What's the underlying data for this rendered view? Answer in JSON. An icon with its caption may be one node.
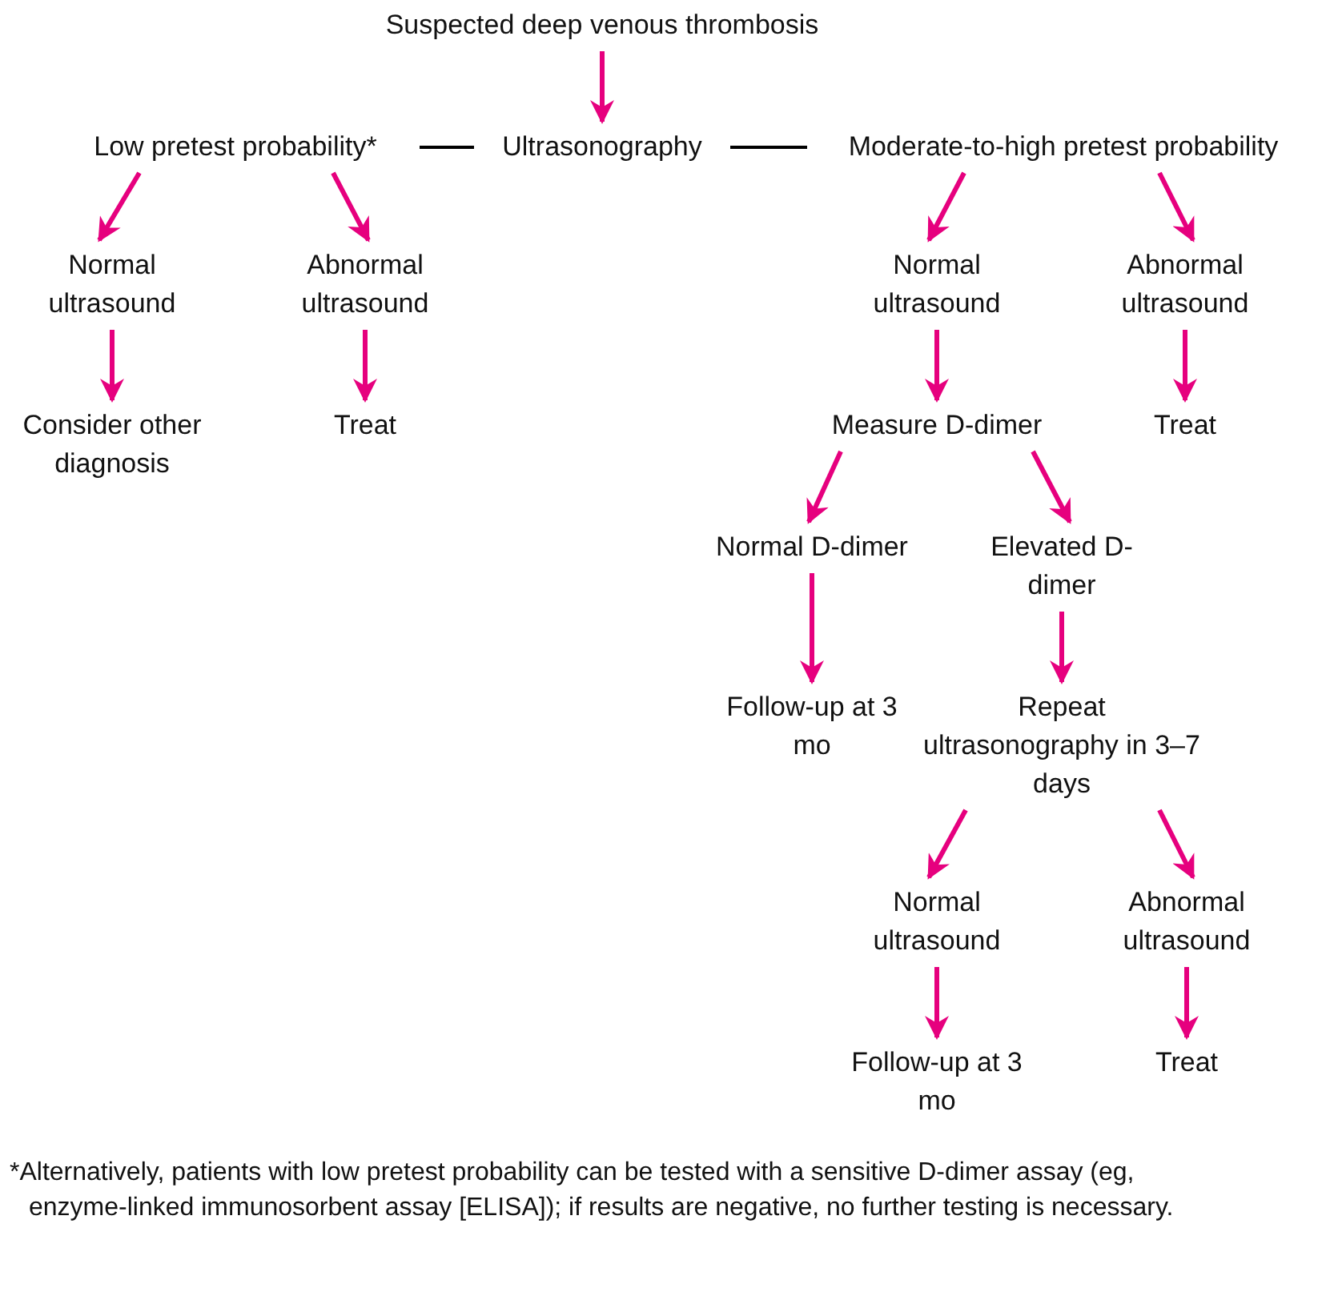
{
  "diagram": {
    "nodes": [
      {
        "text": [
          "Suspected deep venous thrombosis"
        ]
      },
      {
        "text": [
          "Ultrasonography"
        ]
      },
      {
        "text": [
          "Low pretest probability*"
        ]
      },
      {
        "text": [
          "Moderate-to-high pretest probability"
        ]
      },
      {
        "text": [
          "Normal ultrasound"
        ]
      },
      {
        "text": [
          "Abnormal ultrasound"
        ]
      },
      {
        "text": [
          "Consider other diagnosis"
        ]
      },
      {
        "text": [
          "Treat"
        ]
      },
      {
        "text": [
          "Normal ultrasound"
        ]
      },
      {
        "text": [
          "Abnormal ultrasound"
        ]
      },
      {
        "text": [
          "Measure D-dimer"
        ]
      },
      {
        "text": [
          "Treat"
        ]
      },
      {
        "text": [
          "Normal D-dimer"
        ]
      },
      {
        "text": [
          "Elevated D-dimer"
        ]
      },
      {
        "text": [
          "Follow-up at 3 mo"
        ]
      },
      {
        "text": [
          "Repeat ultrasonography in 3–7 days"
        ]
      },
      {
        "text": [
          "Normal ultrasound"
        ]
      },
      {
        "text": [
          "Abnormal ultrasound"
        ]
      },
      {
        "text": [
          "Follow-up at 3 mo"
        ]
      },
      {
        "text": [
          "Treat"
        ]
      }
    ],
    "edges": [
      {
        "from": 0,
        "to": 1,
        "arrow": "to"
      },
      {
        "from": 1,
        "to": 2,
        "arrow": "none",
        "color": "#000000"
      },
      {
        "from": 1,
        "to": 3,
        "arrow": "none",
        "color": "#000000"
      },
      {
        "from": 2,
        "to": 4,
        "arrow": "to"
      },
      {
        "from": 2,
        "to": 5,
        "arrow": "to"
      },
      {
        "from": 4,
        "to": 6,
        "arrow": "to"
      },
      {
        "from": 5,
        "to": 7,
        "arrow": "to"
      },
      {
        "from": 3,
        "to": 8,
        "arrow": "to"
      },
      {
        "from": 3,
        "to": 9,
        "arrow": "to"
      },
      {
        "from": 8,
        "to": 10,
        "arrow": "to"
      },
      {
        "from": 9,
        "to": 11,
        "arrow": "to"
      },
      {
        "from": 10,
        "to": 12,
        "arrow": "to"
      },
      {
        "from": 10,
        "to": 13,
        "arrow": "to"
      },
      {
        "from": 12,
        "to": 14,
        "arrow": "to"
      },
      {
        "from": 13,
        "to": 15,
        "arrow": "to"
      },
      {
        "from": 15,
        "to": 16,
        "arrow": "to"
      },
      {
        "from": 15,
        "to": 17,
        "arrow": "to"
      },
      {
        "from": 16,
        "to": 18,
        "arrow": "to"
      },
      {
        "from": 17,
        "to": 19,
        "arrow": "to"
      }
    ],
    "labels": [
      "*Alternatively, patients with low pretest probability can be tested with a sensitive D-dimer assay (eg, enzyme-linked immunosorbent assay [ELISA]); if results are negative, no further testing is necessary."
    ]
  }
}
